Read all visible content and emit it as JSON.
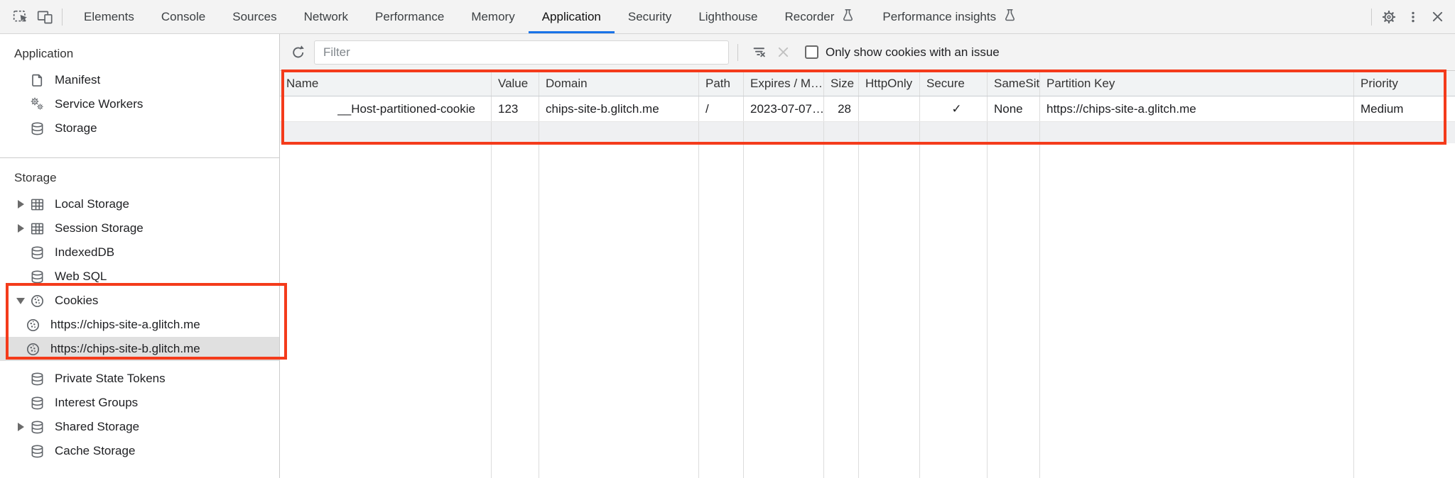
{
  "tabbar": {
    "tabs": [
      {
        "label": "Elements",
        "selected": false,
        "flask": false
      },
      {
        "label": "Console",
        "selected": false,
        "flask": false
      },
      {
        "label": "Sources",
        "selected": false,
        "flask": false
      },
      {
        "label": "Network",
        "selected": false,
        "flask": false
      },
      {
        "label": "Performance",
        "selected": false,
        "flask": false
      },
      {
        "label": "Memory",
        "selected": false,
        "flask": false
      },
      {
        "label": "Application",
        "selected": true,
        "flask": false
      },
      {
        "label": "Security",
        "selected": false,
        "flask": false
      },
      {
        "label": "Lighthouse",
        "selected": false,
        "flask": false
      },
      {
        "label": "Recorder",
        "selected": false,
        "flask": true
      },
      {
        "label": "Performance insights",
        "selected": false,
        "flask": true
      }
    ]
  },
  "sidebar": {
    "application_section": {
      "title": "Application",
      "items": [
        {
          "label": "Manifest",
          "icon": "document-icon"
        },
        {
          "label": "Service Workers",
          "icon": "gears-icon"
        },
        {
          "label": "Storage",
          "icon": "database-icon"
        }
      ]
    },
    "storage_section": {
      "title": "Storage",
      "items": [
        {
          "label": "Local Storage",
          "icon": "table-icon",
          "expandable": true
        },
        {
          "label": "Session Storage",
          "icon": "table-icon",
          "expandable": true
        },
        {
          "label": "IndexedDB",
          "icon": "database-icon"
        },
        {
          "label": "Web SQL",
          "icon": "database-icon"
        },
        {
          "label": "Cookies",
          "icon": "cookie-icon",
          "expanded": true
        },
        {
          "label": "Private State Tokens",
          "icon": "database-icon"
        },
        {
          "label": "Interest Groups",
          "icon": "database-icon"
        },
        {
          "label": "Shared Storage",
          "icon": "database-icon",
          "expandable": true
        },
        {
          "label": "Cache Storage",
          "icon": "database-icon"
        }
      ]
    },
    "cookie_origins": [
      {
        "label": "https://chips-site-a.glitch.me",
        "selected": false
      },
      {
        "label": "https://chips-site-b.glitch.me",
        "selected": true
      }
    ]
  },
  "panel": {
    "toolbar": {
      "filter_placeholder": "Filter",
      "checkbox_label": "Only show cookies with an issue",
      "checkbox_checked": false
    },
    "table": {
      "columns": [
        "Name",
        "Value",
        "Domain",
        "Path",
        "Expires / M…",
        "Size",
        "HttpOnly",
        "Secure",
        "SameSite",
        "Partition Key",
        "Priority"
      ],
      "row": {
        "name": "__Host-partitioned-cookie",
        "value": "123",
        "domain": "chips-site-b.glitch.me",
        "path": "/",
        "expires": "2023-07-07…",
        "size": "28",
        "http_only": "",
        "secure": "✓",
        "same_site": "None",
        "partition_key": "https://chips-site-a.glitch.me",
        "priority": "Medium"
      }
    }
  },
  "colors": {
    "accent_blue": "#1a73e8",
    "highlight_red": "#f43b1b",
    "selected_row_gray": "#e0e0e0",
    "header_gray": "#f1f3f4"
  }
}
